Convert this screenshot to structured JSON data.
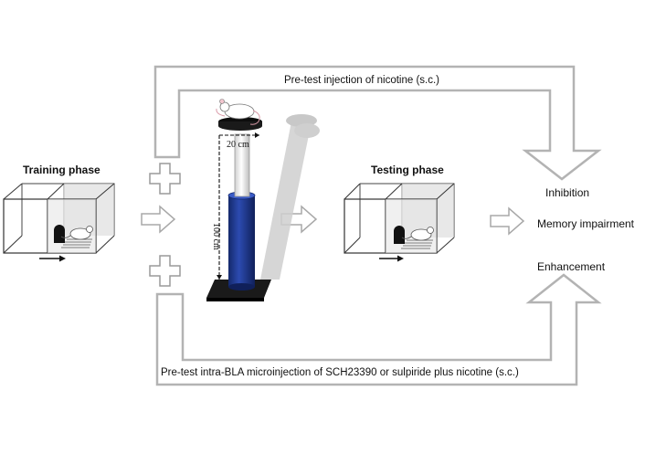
{
  "top_pathway": {
    "label": "Pre-test  injection of nicotine (s.c.)"
  },
  "bottom_pathway": {
    "label": "Pre-test intra-BLA microinjection of SCH23390 or sulpiride plus nicotine (s.c.)"
  },
  "training": {
    "title": "Training phase"
  },
  "testing": {
    "title": "Testing phase"
  },
  "platform": {
    "width_label": "20 cm",
    "height_label": "100 cm"
  },
  "outcomes": [
    "Inhibition",
    "Memory impairment",
    "Enhancement"
  ],
  "colors": {
    "arrow_gray": "#b3b3b3",
    "column_blue": "#1f3a8a",
    "base_black": "#1a1a1a"
  }
}
